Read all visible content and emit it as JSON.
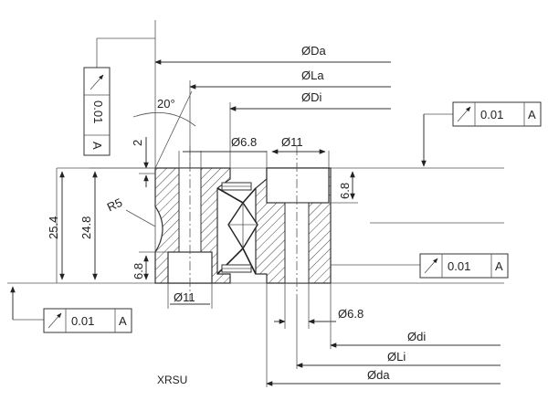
{
  "title": "XRSU",
  "dims": {
    "Da": "ØDa",
    "La": "ØLa",
    "Di": "ØDi",
    "di": "Ødi",
    "Li": "ØLi",
    "da": "Øda",
    "hole_top_left": "Ø6.8",
    "hole_top_right": "Ø11",
    "hole_bottom_left": "Ø11",
    "hole_bottom_right": "Ø6.8",
    "angle": "20°",
    "radius": "R5",
    "depth_top": "2",
    "height_total": "25.4",
    "height_ring": "24.8",
    "counterbore_left": "6.8",
    "counterbore_right": "6.8"
  },
  "tolerance_frames": [
    {
      "value": "0.01",
      "datum": "A"
    },
    {
      "value": "0.01",
      "datum": "A"
    },
    {
      "value": "0.01",
      "datum": "A"
    },
    {
      "value": "0.01",
      "datum": "A"
    }
  ]
}
